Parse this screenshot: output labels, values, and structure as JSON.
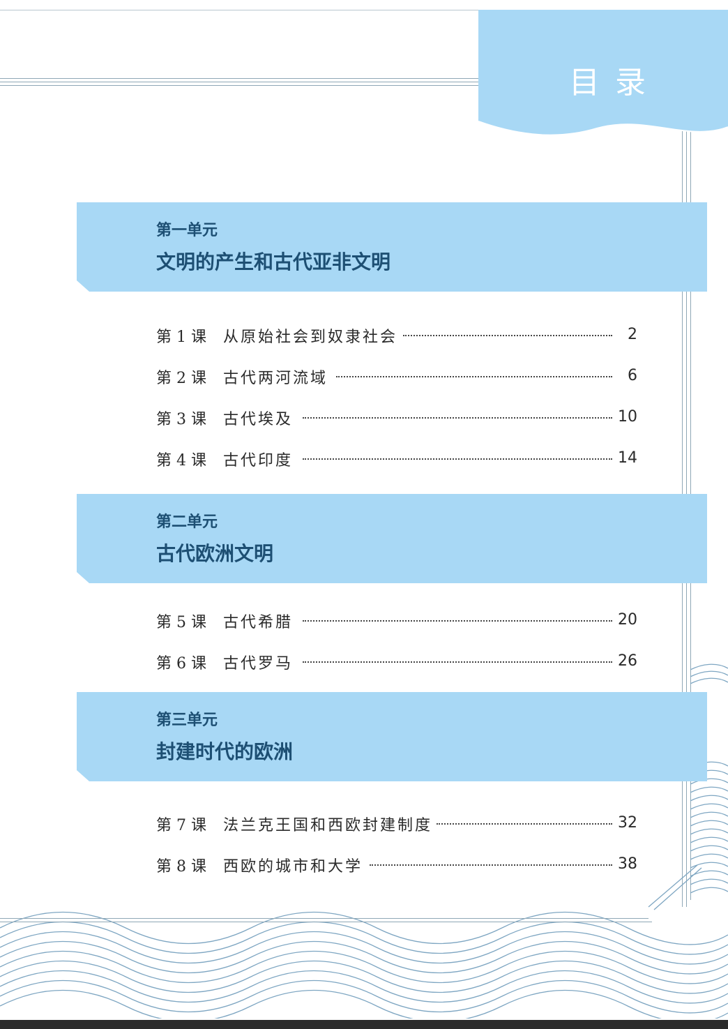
{
  "header": {
    "title": "目录"
  },
  "units": [
    {
      "label": "第一单元",
      "title": "文明的产生和古代亚非文明",
      "lessons": [
        {
          "number": "第 1 课",
          "title": "从原始社会到奴隶社会",
          "page": "2"
        },
        {
          "number": "第 2 课",
          "title": "古代两河流域",
          "page": "6"
        },
        {
          "number": "第 3 课",
          "title": "古代埃及",
          "page": "10"
        },
        {
          "number": "第 4 课",
          "title": "古代印度",
          "page": "14"
        }
      ]
    },
    {
      "label": "第二单元",
      "title": "古代欧洲文明",
      "lessons": [
        {
          "number": "第 5 课",
          "title": "古代希腊",
          "page": "20"
        },
        {
          "number": "第 6 课",
          "title": "古代罗马",
          "page": "26"
        }
      ]
    },
    {
      "label": "第三单元",
      "title": "封建时代的欧洲",
      "lessons": [
        {
          "number": "第 7 课",
          "title": "法兰克王国和西欧封建制度",
          "page": "32"
        },
        {
          "number": "第 8 课",
          "title": "西欧的城市和大学",
          "page": "38"
        }
      ]
    }
  ],
  "colors": {
    "banner": "#a8d8f5",
    "banner_dark": "#7fc1e8",
    "heading_text": "#1d4f73",
    "line": "#8ea7b6"
  }
}
